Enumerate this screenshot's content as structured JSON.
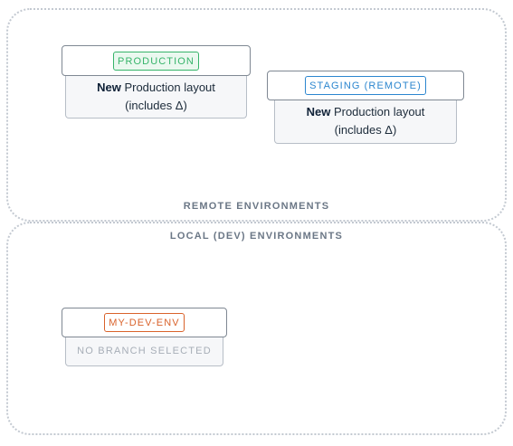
{
  "zones": {
    "remote": {
      "label": "REMOTE ENVIRONMENTS"
    },
    "local": {
      "label": "LOCAL (DEV) ENVIRONMENTS"
    }
  },
  "environments": [
    {
      "name": "PRODUCTION",
      "badge_color": "#36b46a",
      "branch_bold": "New",
      "branch_rest": " Production layout",
      "branch_line2": "(includes Δ)"
    },
    {
      "name": "STAGING (REMOTE)",
      "badge_color": "#2b86cf",
      "branch_bold": "New",
      "branch_rest": " Production layout",
      "branch_line2": "(includes Δ)"
    },
    {
      "name": "MY-DEV-ENV",
      "badge_color": "#d9622b",
      "branch_empty": "NO BRANCH SELECTED"
    }
  ]
}
